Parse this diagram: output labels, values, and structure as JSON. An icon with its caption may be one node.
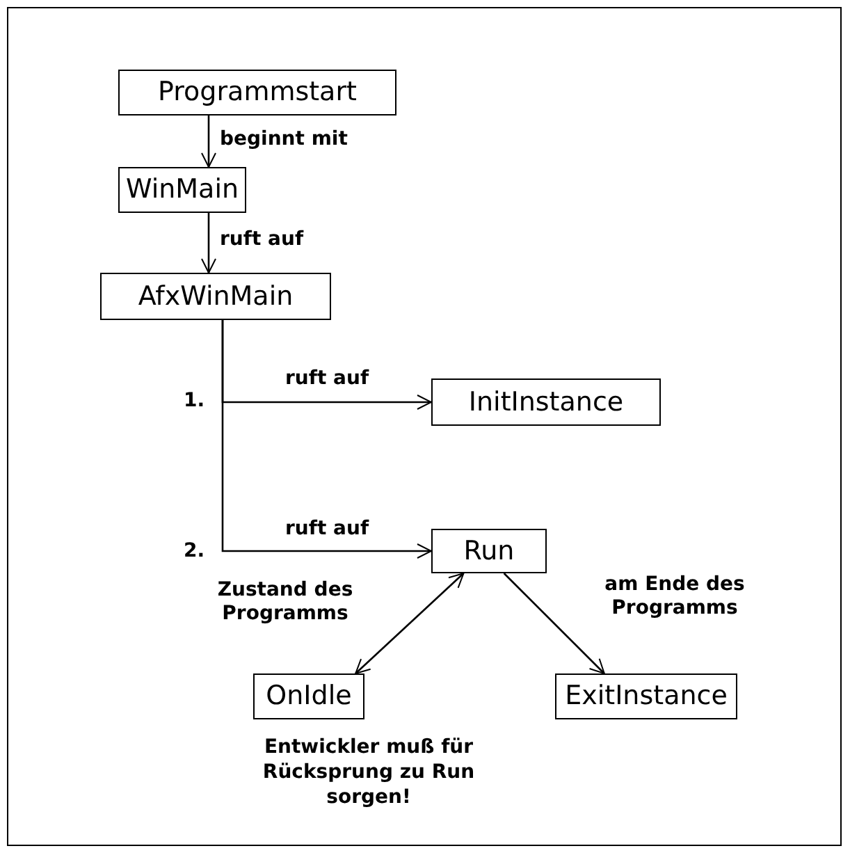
{
  "diagram": {
    "nodes": [
      {
        "text": [
          "Programmstart"
        ]
      },
      {
        "text": [
          "WinMain"
        ]
      },
      {
        "text": [
          "AfxWinMain"
        ]
      },
      {
        "text": [
          "InitInstance"
        ]
      },
      {
        "text": [
          "Run"
        ]
      },
      {
        "text": [
          "OnIdle"
        ],
        "beside": [
          "Entwickler muß für Rücksprung zu Run sorgen!"
        ]
      },
      {
        "text": [
          "ExitInstance"
        ]
      }
    ],
    "edges": [
      {
        "from": 0,
        "to": 1,
        "arrow": "to",
        "label": "beginnt mit"
      },
      {
        "from": 1,
        "to": 2,
        "arrow": "to",
        "label": "ruft auf"
      },
      {
        "from": 2,
        "to": 3,
        "arrow": "to",
        "label": "ruft auf"
      },
      {
        "from": 2,
        "to": 4,
        "arrow": "to",
        "label": "ruft auf"
      },
      {
        "from": 4,
        "to": 5,
        "arrow": "both",
        "label": "Zustand des Programms"
      },
      {
        "from": 4,
        "to": 6,
        "arrow": "to",
        "label": "am Ende des Programms"
      }
    ],
    "labels": [
      "1.",
      "2."
    ]
  }
}
